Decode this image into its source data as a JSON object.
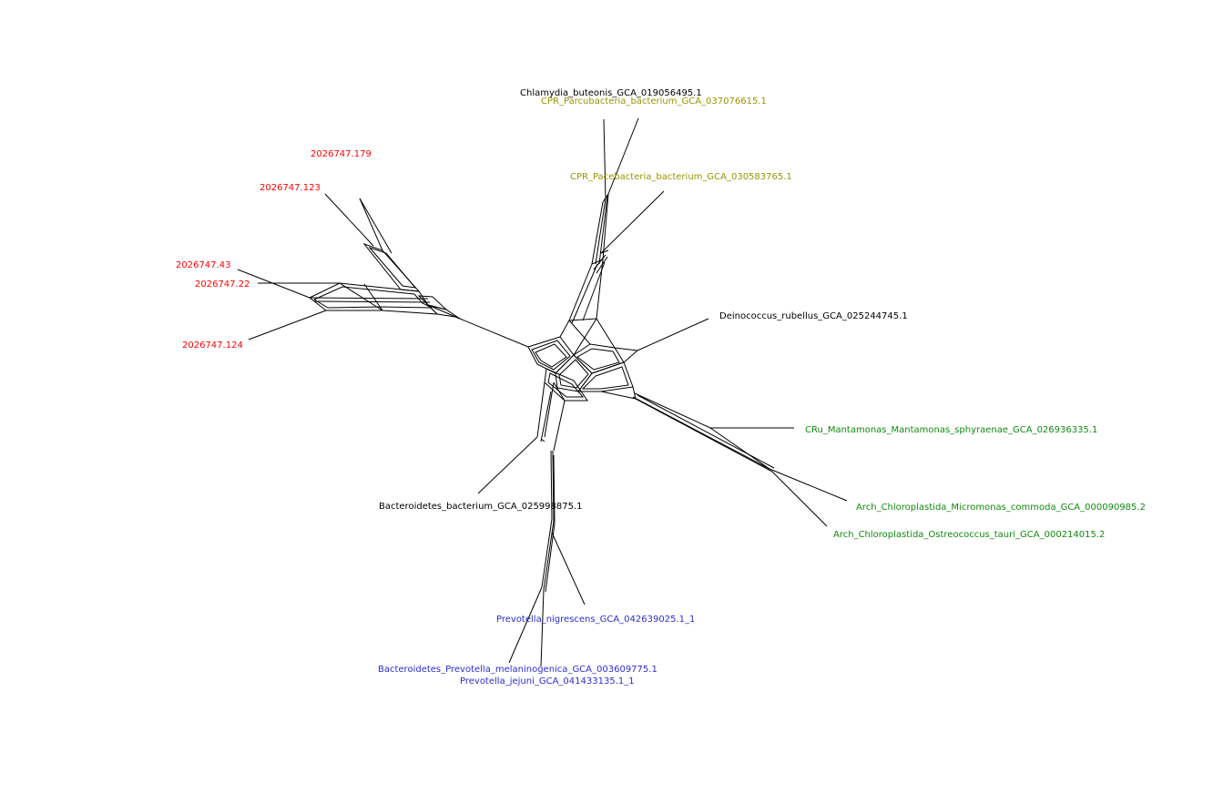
{
  "colors": {
    "black": "#000000",
    "red": "#ff0000",
    "olive": "#9a9400",
    "green": "#108a10",
    "blue": "#2c2cd6"
  },
  "taxa": [
    {
      "key": "chlamydia",
      "label": "Chlamydia_buteonis_GCA_019056495.1",
      "color": "black"
    },
    {
      "key": "cpr_parcubacteria",
      "label": "CPR_Parcubacteria_bacterium_GCA_037076615.1",
      "color": "olive"
    },
    {
      "key": "cpr_pacebacteria",
      "label": "CPR_Pacebacteria_bacterium_GCA_030583765.1",
      "color": "olive"
    },
    {
      "key": "t179",
      "label": "2026747.179",
      "color": "red"
    },
    {
      "key": "t123",
      "label": "2026747.123",
      "color": "red"
    },
    {
      "key": "t43",
      "label": "2026747.43",
      "color": "red"
    },
    {
      "key": "t22",
      "label": "2026747.22",
      "color": "red"
    },
    {
      "key": "t124",
      "label": "2026747.124",
      "color": "red"
    },
    {
      "key": "deinococcus",
      "label": "Deinococcus_rubellus_GCA_025244745.1",
      "color": "black"
    },
    {
      "key": "cru_mantamonas",
      "label": "CRu_Mantamonas_Mantamonas_sphyraenae_GCA_026936335.1",
      "color": "green"
    },
    {
      "key": "micromonas",
      "label": "Arch_Chloroplastida_Micromonas_commoda_GCA_000090985.2",
      "color": "green"
    },
    {
      "key": "ostreococcus",
      "label": "Arch_Chloroplastida_Ostreococcus_tauri_GCA_000214015.2",
      "color": "green"
    },
    {
      "key": "bacteroidetes",
      "label": "Bacteroidetes_bacterium_GCA_025998875.1",
      "color": "black"
    },
    {
      "key": "p_nigrescens",
      "label": "Prevotella_nigrescens_GCA_042639025.1_1",
      "color": "blue"
    },
    {
      "key": "p_melaninogenica",
      "label": "Bacteroidetes_Prevotella_melaninogenica_GCA_003609775.1",
      "color": "blue"
    },
    {
      "key": "p_jejuni",
      "label": "Prevotella_jejuni_GCA_041433135.1_1",
      "color": "blue"
    }
  ]
}
